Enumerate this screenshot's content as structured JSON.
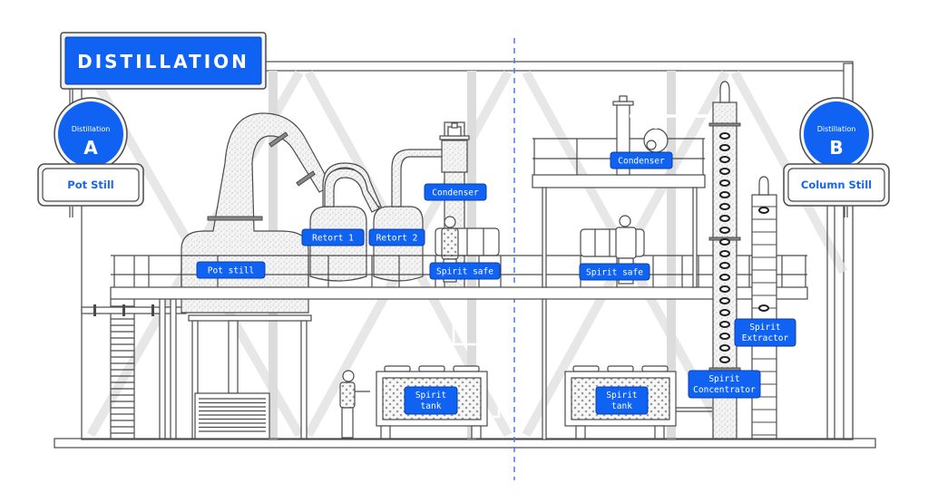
{
  "title": "DISTILLATION",
  "colors": {
    "accent": "#0f62f2",
    "line": "#4a4a4a",
    "background": "#ececec",
    "divider": "#4a7fe0"
  },
  "sections": [
    {
      "badge_caption": "Distillation",
      "badge_letter": "A",
      "plate_label": "Pot Still"
    },
    {
      "badge_caption": "Distillation",
      "badge_letter": "B",
      "plate_label": "Column Still"
    }
  ],
  "labels": {
    "pot_still": "Pot still",
    "retort_1": "Retort 1",
    "retort_2": "Retort 2",
    "condenser_a": "Condenser",
    "spirit_safe_a": "Spirit safe",
    "spirit_tank_a_line1": "Spirit",
    "spirit_tank_a_line2": "tank",
    "condenser_b": "Condenser",
    "spirit_safe_b": "Spirit safe",
    "spirit_tank_b_line1": "Spirit",
    "spirit_tank_b_line2": "tank",
    "spirit_extractor_line1": "Spirit",
    "spirit_extractor_line2": "Extractor",
    "spirit_concentrator_line1": "Spirit",
    "spirit_concentrator_line2": "Concentrator"
  }
}
